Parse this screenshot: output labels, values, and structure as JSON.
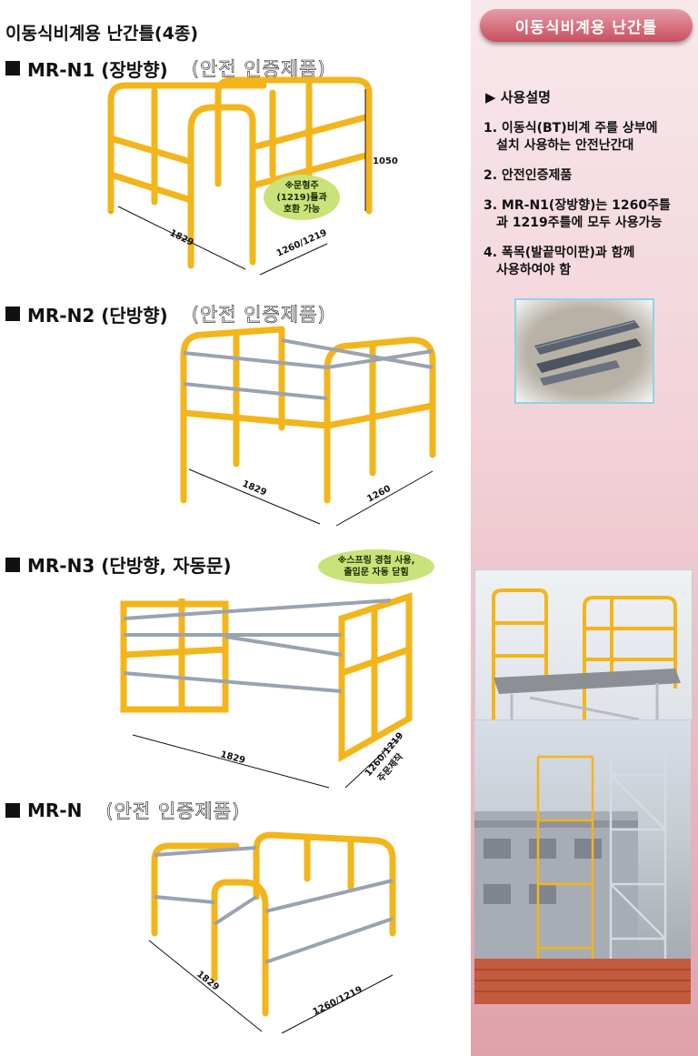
{
  "page": {
    "title": "이동식비계용 난간틀(4종)"
  },
  "sidebar": {
    "title": "이동식비계용 난간틀",
    "usage_heading": "▶ 사용설명",
    "usage_items": [
      {
        "line1": "1. 이동식(BT)비계 주를 상부에",
        "line2": "설치 사용하는 안전난간대"
      },
      {
        "line1": "2. 안전인증제품",
        "line2": ""
      },
      {
        "line1": "3. MR-N1(장방향)는 1260주틀",
        "line2": "과 1219주틀에 모두 사용가능"
      },
      {
        "line1": "4. 폭목(발끝막이판)과 함께",
        "line2": "사용하여야 함"
      }
    ]
  },
  "products": [
    {
      "name": "MR-N1 (장방향)",
      "cert": "(안전 인증제품)",
      "dims": {
        "length": "1829",
        "width": "1260/1219",
        "height": "1050"
      },
      "callout": {
        "line1": "※문형주",
        "line2": "(1219)틀과",
        "line3": "호환 가능"
      }
    },
    {
      "name": "MR-N2 (단방향)",
      "cert": "(안전 인증제품)",
      "dims": {
        "length": "1829",
        "width": "1260"
      }
    },
    {
      "name": "MR-N3 (단방향, 자동문)",
      "cert": "",
      "dims": {
        "length": "1829",
        "width": "1260/1219",
        "width_note": "주문제작"
      },
      "callout": {
        "line1": "※스프링 경첩 사용,",
        "line2": "출입문 자동 닫힘"
      }
    },
    {
      "name": "MR-N",
      "cert": "(안전 인증제품)",
      "dims": {
        "length": "1829",
        "width": "1260/1219"
      }
    }
  ],
  "colors": {
    "rail_yellow": "#f3b51b",
    "rail_dark": "#c98a0a",
    "pipe_gray": "#9aa3b0",
    "sidebar_pink": "#e7b3bd",
    "pill_red": "#c8505f",
    "frame_blue": "#8fd3e6"
  }
}
